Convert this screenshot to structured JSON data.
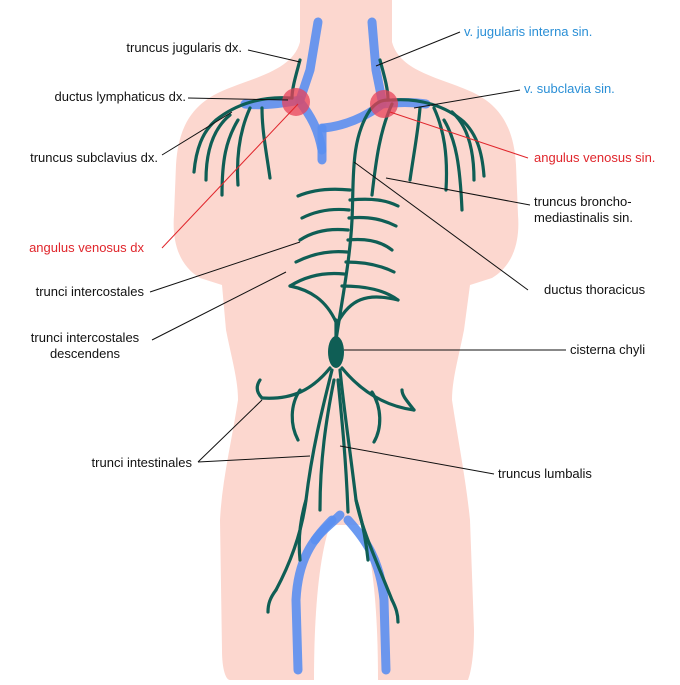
{
  "labels": {
    "truncus_jugularis_dx": "truncus jugularis dx.",
    "ductus_lymphaticus_dx": "ductus lymphaticus dx.",
    "truncus_subclavius_dx": "truncus subclavius dx.",
    "angulus_venosus_dx": "angulus venosus dx",
    "trunci_intercostales": "trunci intercostales",
    "trunci_intercostales_descendens_1": "trunci intercostales",
    "trunci_intercostales_descendens_2": "descendens",
    "trunci_intestinales": "trunci intestinales",
    "v_jugularis_interna_sin": "v. jugularis interna sin.",
    "v_subclavia_sin": "v. subclavia sin.",
    "angulus_venosus_sin": "angulus venosus sin.",
    "truncus_bronchomediastinalis_sin_1": "truncus broncho-",
    "truncus_bronchomediastinalis_sin_2": "mediastinalis sin.",
    "ductus_thoracicus": "ductus thoracicus",
    "cisterna_chyli": "cisterna chyli",
    "truncus_lumbalis": "truncus lumbalis"
  },
  "colors": {
    "body_fill": "#fcd7cf",
    "vein": "#5b8ff0",
    "lymph": "#0f5e55",
    "angle_marker": "#e8415a",
    "label_black": "#111111",
    "label_blue": "#2a8fd6",
    "label_red": "#e0262c"
  }
}
